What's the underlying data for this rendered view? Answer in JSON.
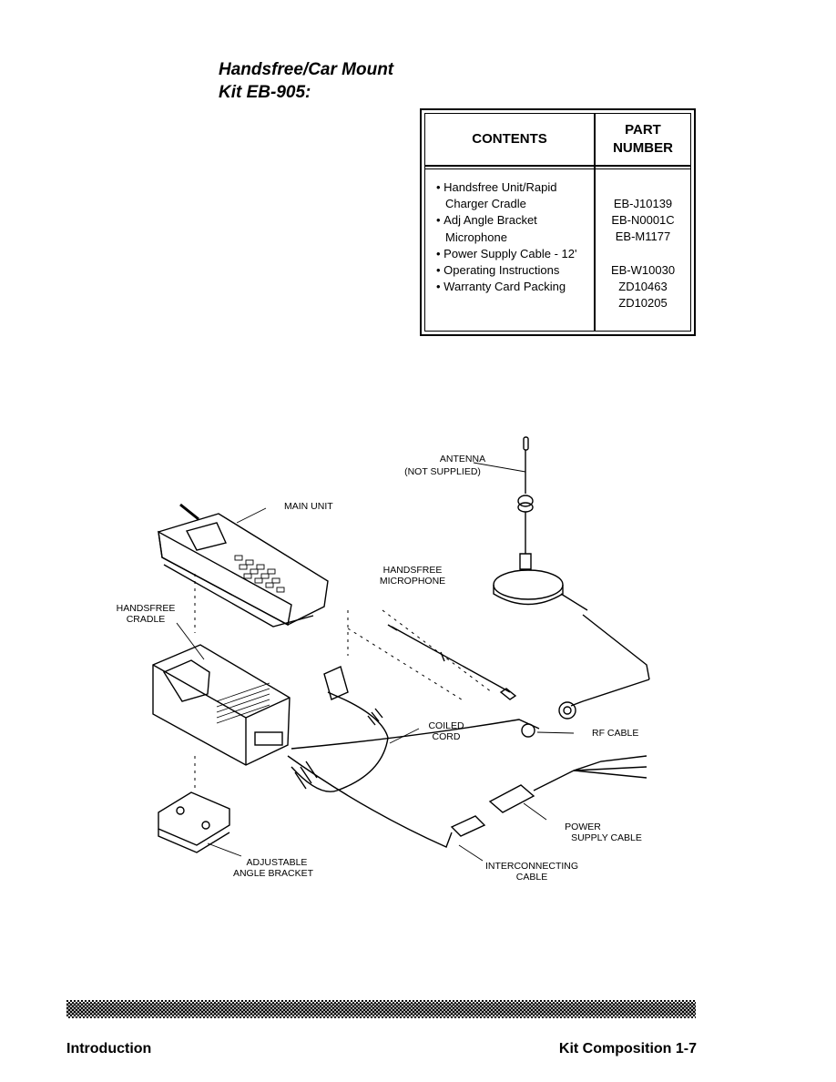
{
  "title": {
    "line1": "Handsfree/Car Mount",
    "line2": "Kit EB-905:"
  },
  "table": {
    "headers": {
      "contents": "CONTENTS",
      "part_number": "PART\nNUMBER"
    },
    "items": [
      "Handsfree Unit/Rapid Charger Cradle",
      "Adj  Angle Bracket Microphone",
      "Power Supply Cable - 12'",
      "Operating  Instructions",
      "Warranty Card Packing"
    ],
    "part_numbers": [
      "EB-J10139",
      "EB-N0001C",
      "EB-M1177",
      "EB-W10030",
      "ZD10463",
      "ZD10205"
    ]
  },
  "diagram": {
    "labels": {
      "antenna_1": "ANTENNA",
      "antenna_2": "(NOT SUPPLIED)",
      "main_unit": "MAIN UNIT",
      "microphone_1": "HANDSFREE",
      "microphone_2": "MICROPHONE",
      "cradle_1": "HANDSFREE",
      "cradle_2": "CRADLE",
      "coiled_1": "COILED",
      "coiled_2": "CORD",
      "rf_cable": "RF CABLE",
      "power_1": "POWER",
      "power_2": "SUPPLY CABLE",
      "bracket_1": "ADJUSTABLE",
      "bracket_2": "ANGLE BRACKET",
      "inter_1": "INTERCONNECTING",
      "inter_2": "CABLE"
    }
  },
  "footer": {
    "left": "Introduction",
    "right": "Kit Composition   1-7"
  }
}
